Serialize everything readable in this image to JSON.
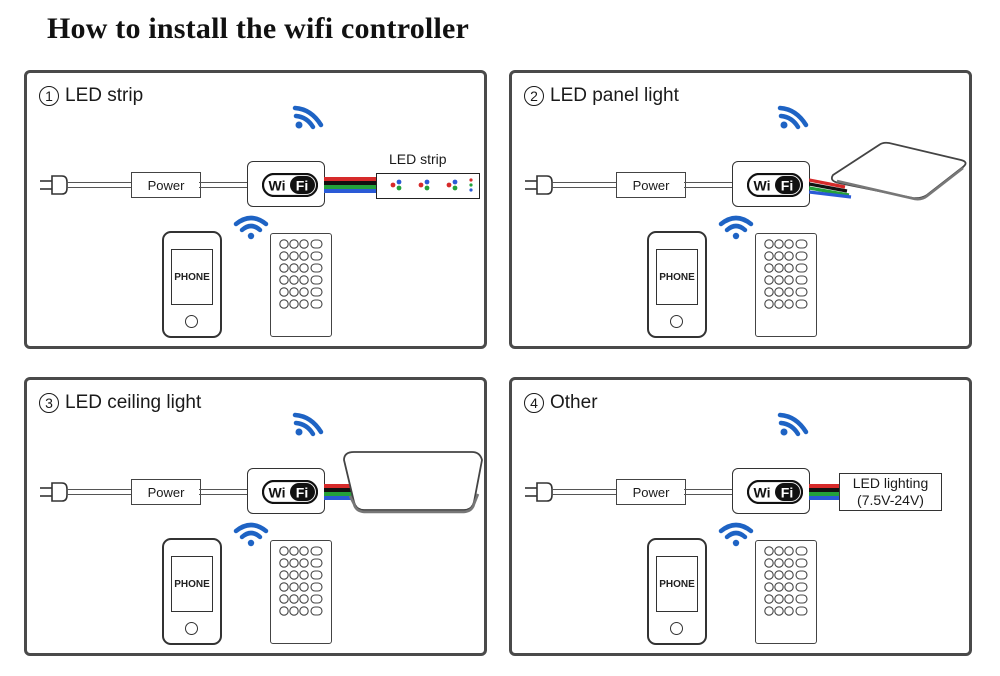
{
  "title": "How to install the wifi controller",
  "panels": [
    {
      "num": "1",
      "label": "LED strip",
      "device_label": "LED strip"
    },
    {
      "num": "2",
      "label": "LED panel light"
    },
    {
      "num": "3",
      "label": "LED ceiling light"
    },
    {
      "num": "4",
      "label": "Other",
      "device_label_line1": "LED lighting",
      "device_label_line2": "(7.5V-24V)"
    }
  ],
  "common": {
    "power_label": "Power",
    "phone_label": "PHONE",
    "logo_left": "Wi",
    "logo_right": "Fi"
  },
  "colors": {
    "wifi_signal": "#1e63c4",
    "outline": "#4a4a4a",
    "rgb_red": "#d62a2a",
    "rgb_green": "#23a13a",
    "rgb_blue": "#2a5ad6",
    "rgb_black": "#111111"
  }
}
